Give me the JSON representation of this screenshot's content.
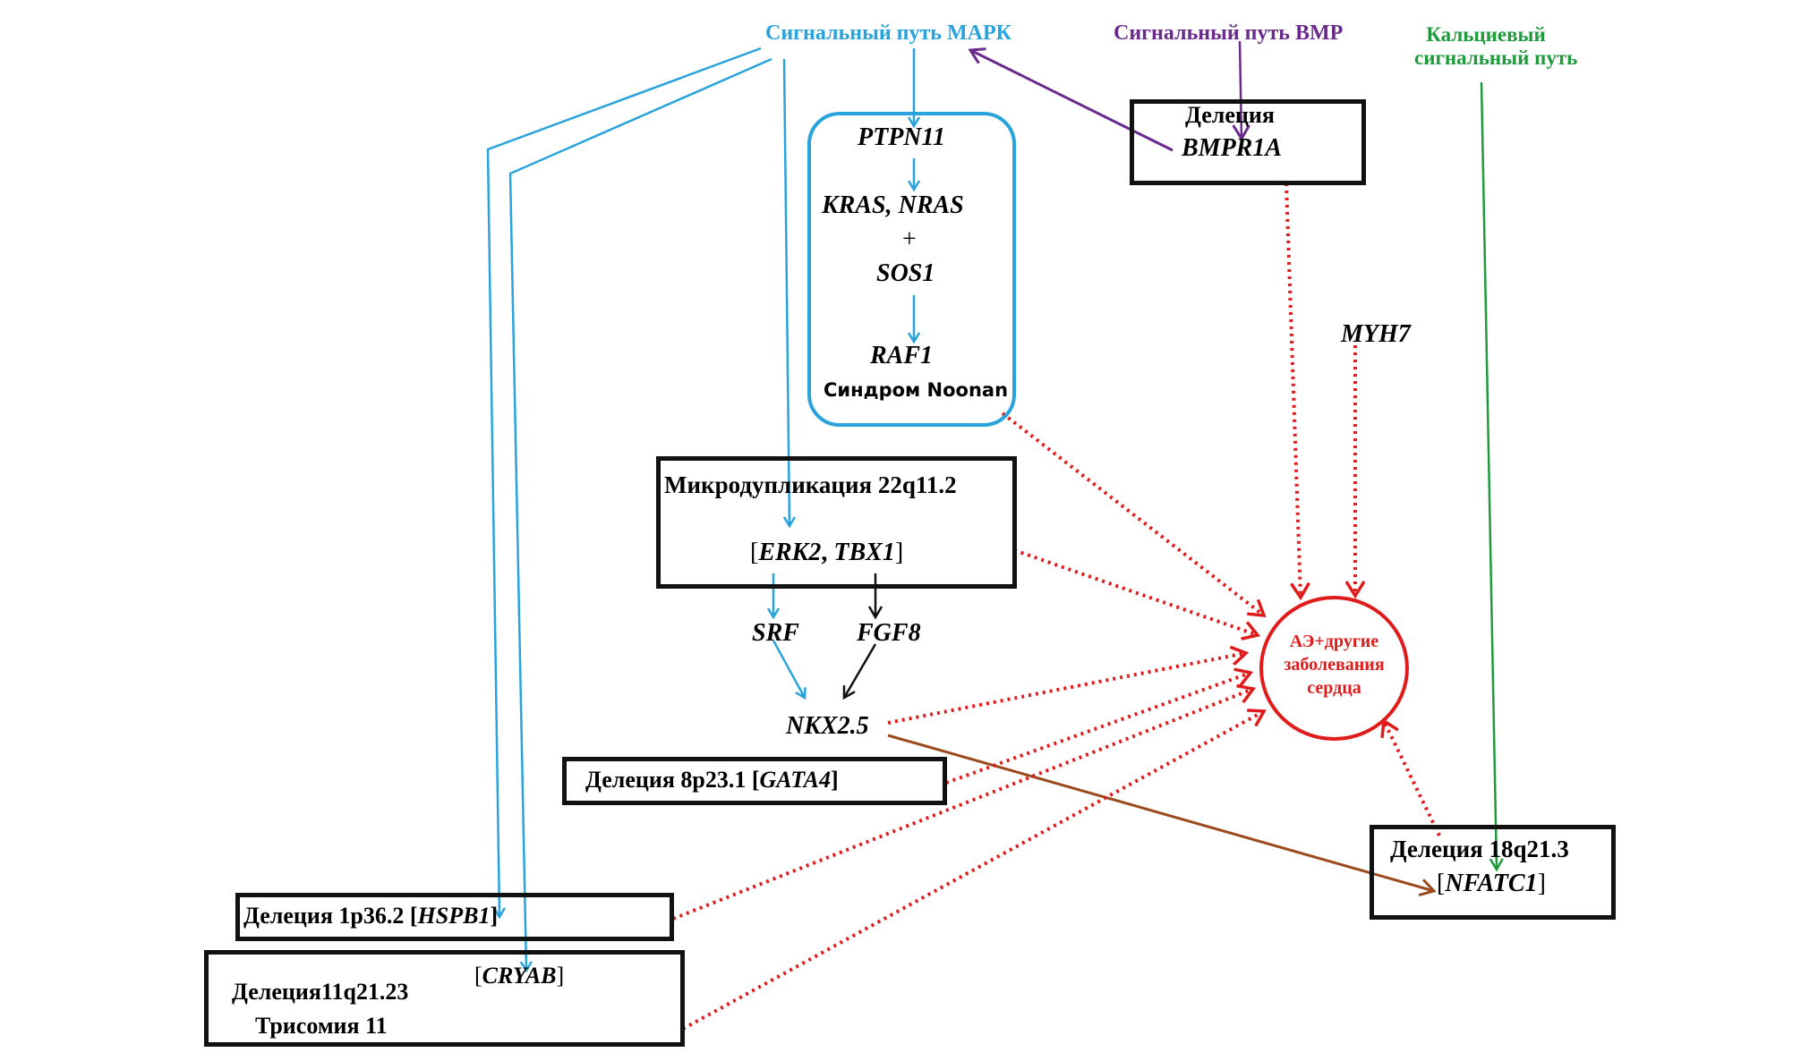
{
  "colors": {
    "mapk": "#29a3dc",
    "bmp": "#6a2a8c",
    "calcium": "#1f9a3c",
    "outcome": "#e01b1b",
    "nkx_link": "#9a4a1c",
    "box": "#111111"
  },
  "pathways": {
    "mapk": "Сигнальный путь МАРК",
    "bmp": "Сигнальный  путь BMP",
    "calcium_line1": "Кальциевый",
    "calcium_line2": "сигнальный  путь"
  },
  "noonan_box": {
    "gene1": "PTPN11",
    "gene2": "KRAS, NRAS",
    "plus": "+",
    "gene3": "SOS1",
    "gene4": "RAF1",
    "syndrome": "Синдром Noonan"
  },
  "bmpr1a_box": {
    "line1": "Делеция",
    "gene": "BMPR1A"
  },
  "myh7": "MYH7",
  "microdup_box": {
    "title": "Микродупликация 22q11.2",
    "genes_open": "[",
    "gene_a": "ERK2",
    "sep": ", ",
    "gene_b": "TBX1",
    "genes_close": "]"
  },
  "srf": "SRF",
  "fgf8": "FGF8",
  "nkx25": "NKX2.5",
  "gata4_box": {
    "text": "Делеция 8p23.1 [",
    "gene": "GATA4",
    "close": "]"
  },
  "outcome": {
    "line1": "АЭ+другие",
    "line2": "заболевания",
    "line3": "сердца"
  },
  "nfatc1_box": {
    "line1": "Делеция 18q21.3",
    "open": "[",
    "gene": "NFATC1",
    "close": "]"
  },
  "hspb1_box": {
    "text": "Делеция 1p36.2  [",
    "gene": "HSPB1",
    "close": "]"
  },
  "cryab_box": {
    "open": "[",
    "gene": "CRYAB",
    "close": "]",
    "line1": "Делеция11q21.23",
    "line2": "Трисомия 11"
  }
}
